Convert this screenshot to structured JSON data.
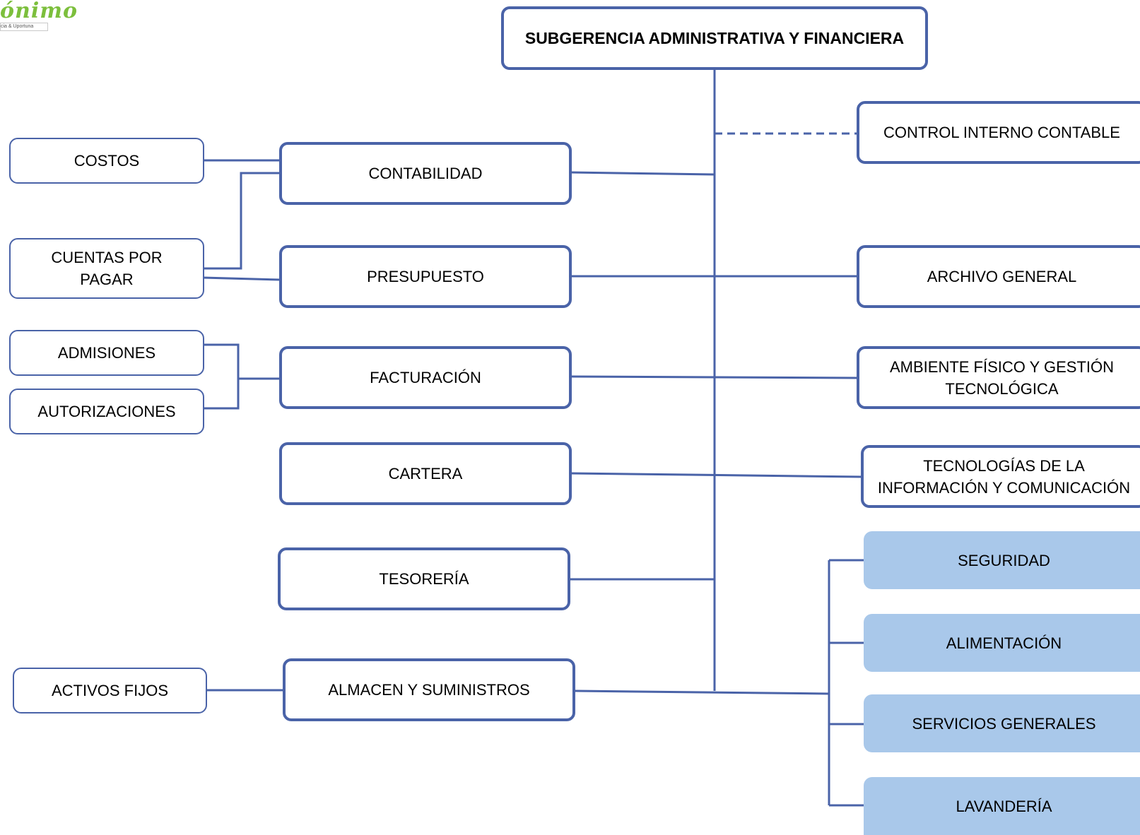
{
  "logo": {
    "word": "ónimo",
    "tagline": "cia & Uportuna"
  },
  "chart": {
    "head": "SUBGERENCIA ADMINISTRATIVA Y FINANCIERA",
    "left_units": {
      "contabilidad": "CONTABILIDAD",
      "presupuesto": "PRESUPUESTO",
      "facturacion": "FACTURACIÓN",
      "cartera": "CARTERA",
      "tesoreria": "TESORERÍA",
      "almacen": "ALMACEN Y SUMINISTROS"
    },
    "sub_units": {
      "costos": "COSTOS",
      "cuentas_line1": "CUENTAS POR",
      "cuentas_line2": "PAGAR",
      "admisiones": "ADMISIONES",
      "autorizaciones": "AUTORIZACIONES",
      "activos": "ACTIVOS FIJOS"
    },
    "right_units": {
      "control": "CONTROL INTERNO CONTABLE",
      "archivo": "ARCHIVO GENERAL",
      "ambiente_line1": "AMBIENTE FÍSICO Y GESTIÓN",
      "ambiente_line2": "TECNOLÓGICA",
      "tic_line1": "TECNOLOGÍAS DE LA",
      "tic_line2": "INFORMACIÓN Y COMUNICACIÓN"
    },
    "services": {
      "seguridad": "SEGURIDAD",
      "alimentacion": "ALIMENTACIÓN",
      "servicios": "SERVICIOS GENERALES",
      "lavanderia": "LAVANDERÍA"
    },
    "colors": {
      "line": "#4a63a8",
      "service_fill": "#a9c8ea"
    }
  }
}
